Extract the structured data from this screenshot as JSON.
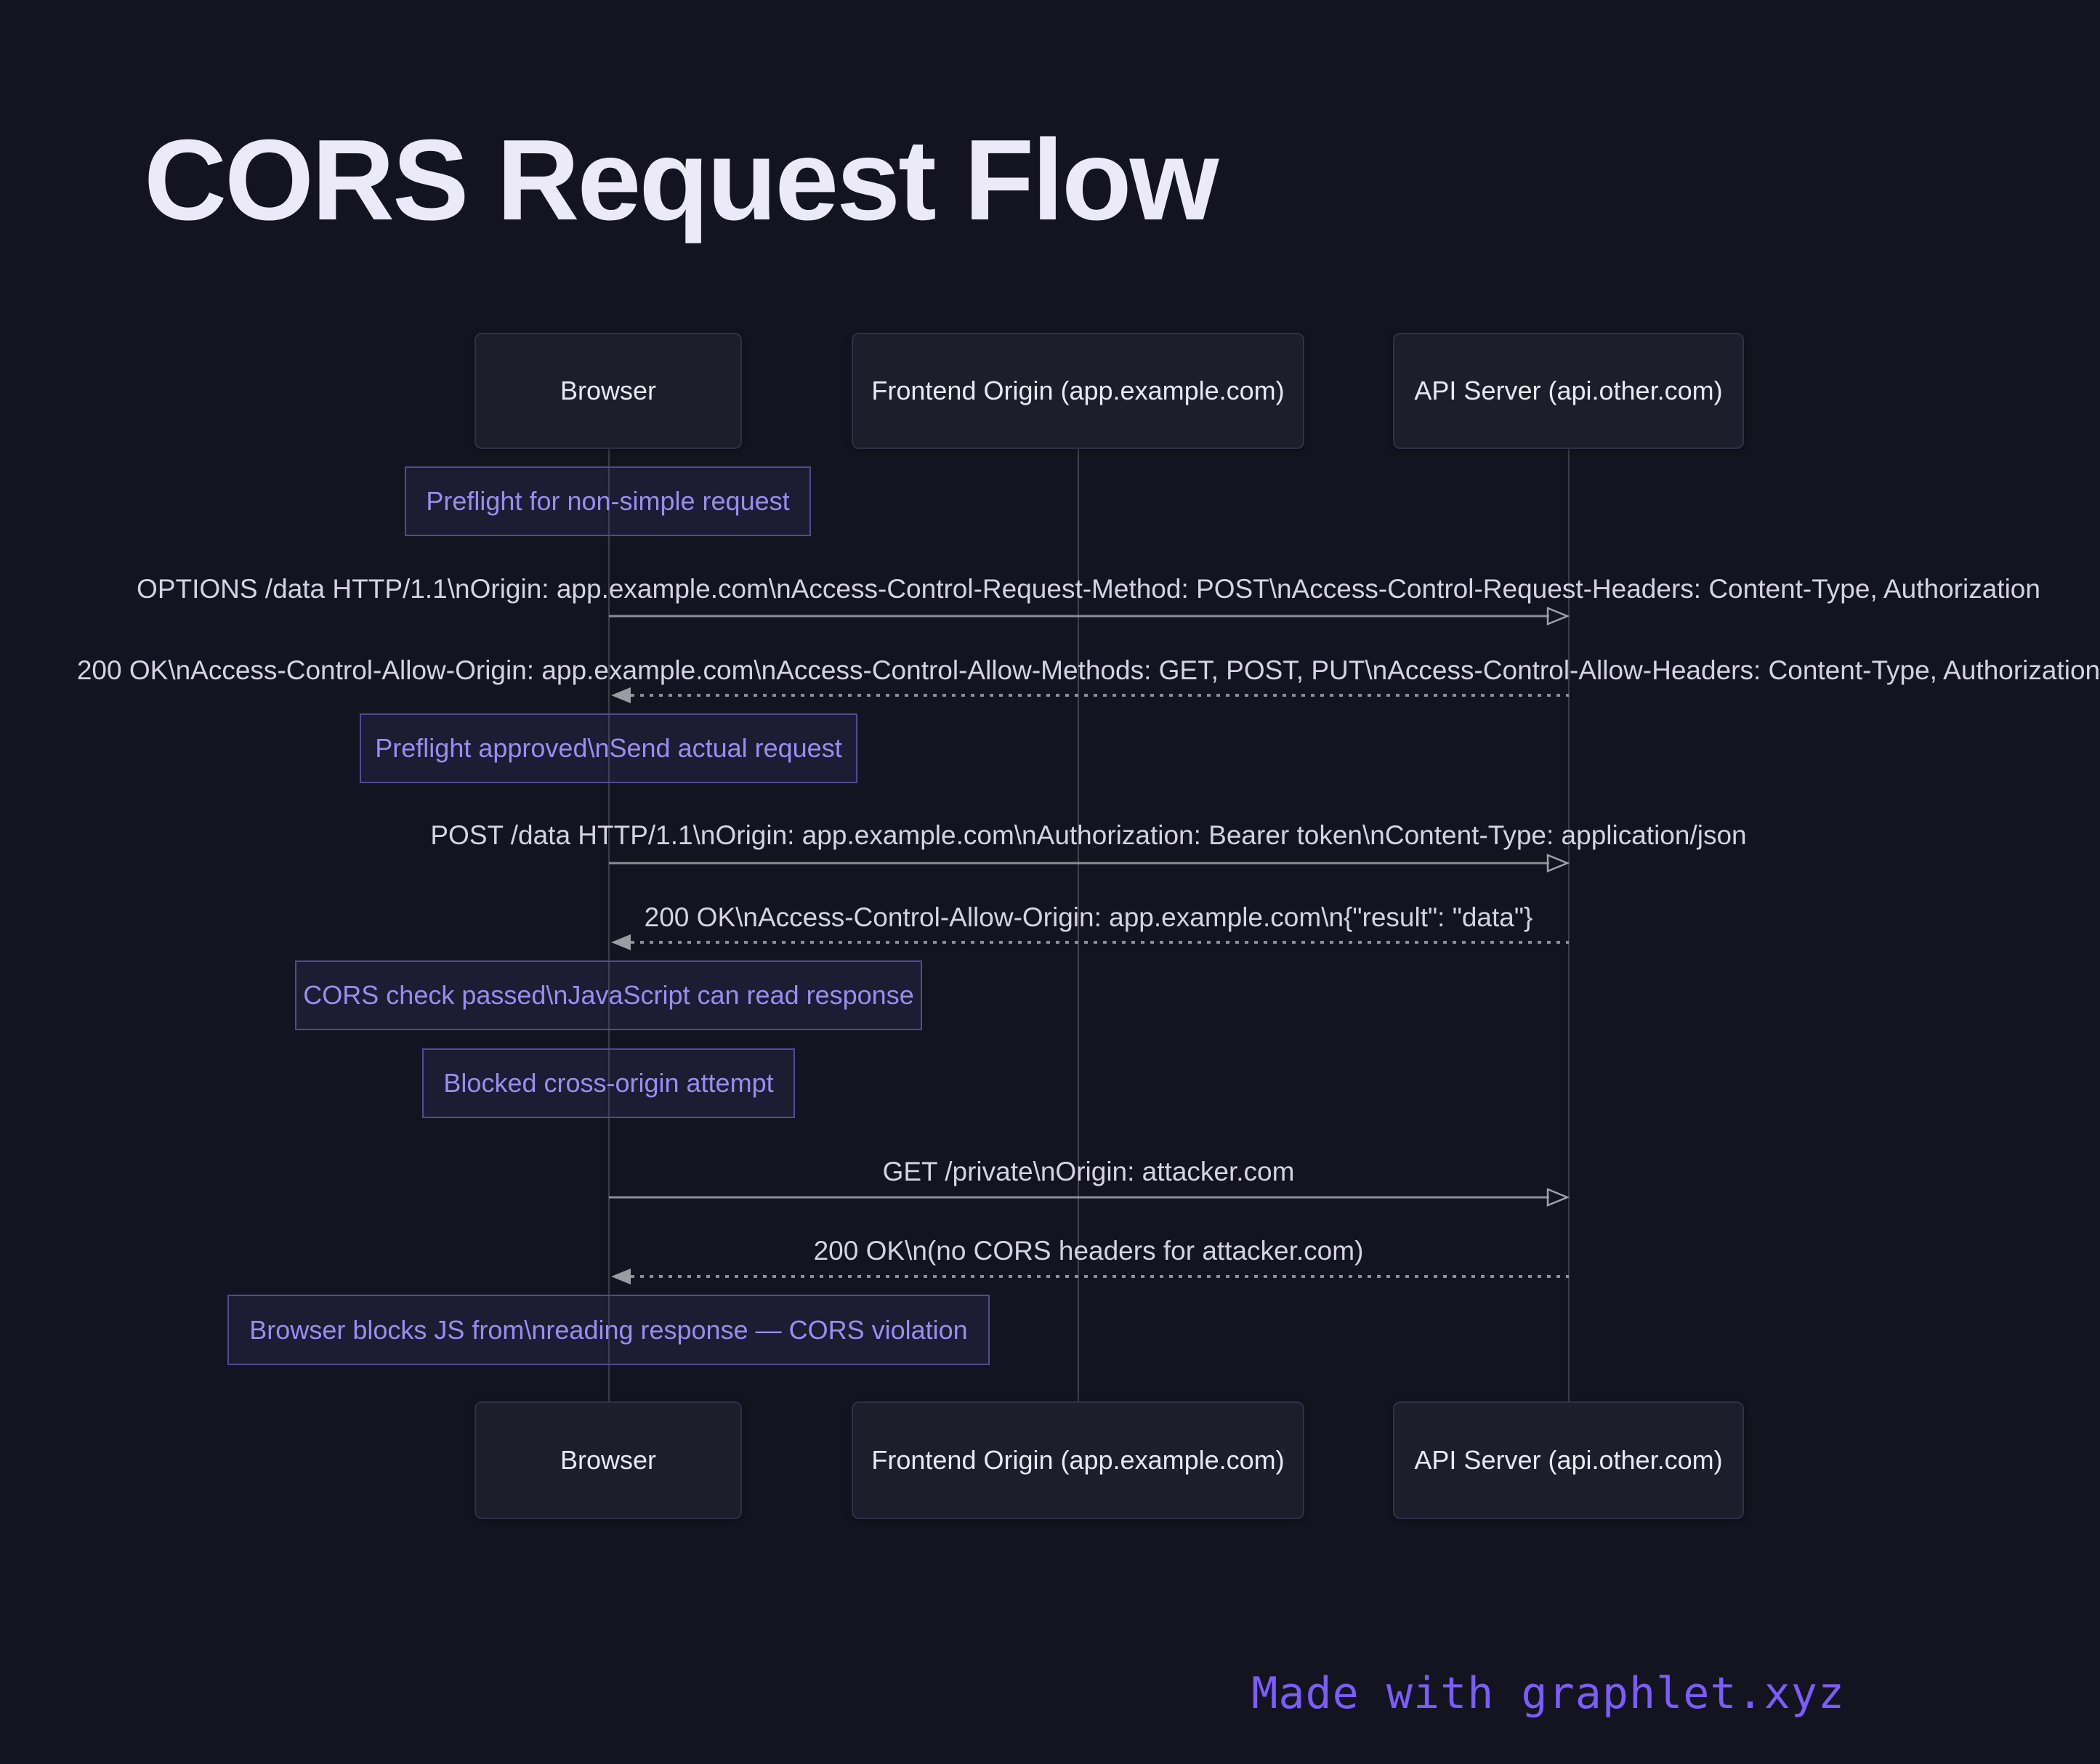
{
  "title": "CORS Request Flow",
  "actors": {
    "browser": "Browser",
    "frontend": "Frontend Origin (app.example.com)",
    "api": "API Server (api.other.com)"
  },
  "notes": [
    {
      "text": "Preflight for non-simple request"
    },
    {
      "text": "Preflight approved\\nSend actual request"
    },
    {
      "text": "CORS check passed\\nJavaScript can read response"
    },
    {
      "text": "Blocked cross-origin attempt"
    },
    {
      "text": "Browser blocks JS from\\nreading response — CORS violation"
    }
  ],
  "messages": [
    {
      "text": "OPTIONS /data HTTP/1.1\\nOrigin: app.example.com\\nAccess-Control-Request-Method: POST\\nAccess-Control-Request-Headers: Content-Type, Authorization",
      "direction": "right",
      "line": "solid"
    },
    {
      "text": "200 OK\\nAccess-Control-Allow-Origin: app.example.com\\nAccess-Control-Allow-Methods: GET, POST, PUT\\nAccess-Control-Allow-Headers: Content-Type, Authorization",
      "direction": "left",
      "line": "dotted"
    },
    {
      "text": "POST /data HTTP/1.1\\nOrigin: app.example.com\\nAuthorization: Bearer token\\nContent-Type: application/json",
      "direction": "right",
      "line": "solid"
    },
    {
      "text": "200 OK\\nAccess-Control-Allow-Origin: app.example.com\\n{\"result\": \"data\"}",
      "direction": "left",
      "line": "dotted"
    },
    {
      "text": "GET /private\\nOrigin: attacker.com",
      "direction": "right",
      "line": "solid"
    },
    {
      "text": "200 OK\\n(no CORS headers for attacker.com)",
      "direction": "left",
      "line": "dotted"
    }
  ],
  "footer": "Made with graphlet.xyz",
  "colors": {
    "background": "#131420",
    "title_text": "#ece9f8",
    "actor_fill": "#1d1d2c",
    "actor_border": "#303046",
    "actor_text": "#eae8f4",
    "note_border": "#544896",
    "note_text": "#9d8cf0",
    "message_text": "#d6d2e4",
    "arrow": "#8d8d96",
    "lifeline": "#3c3c49",
    "accent": "#7c5cfa"
  }
}
